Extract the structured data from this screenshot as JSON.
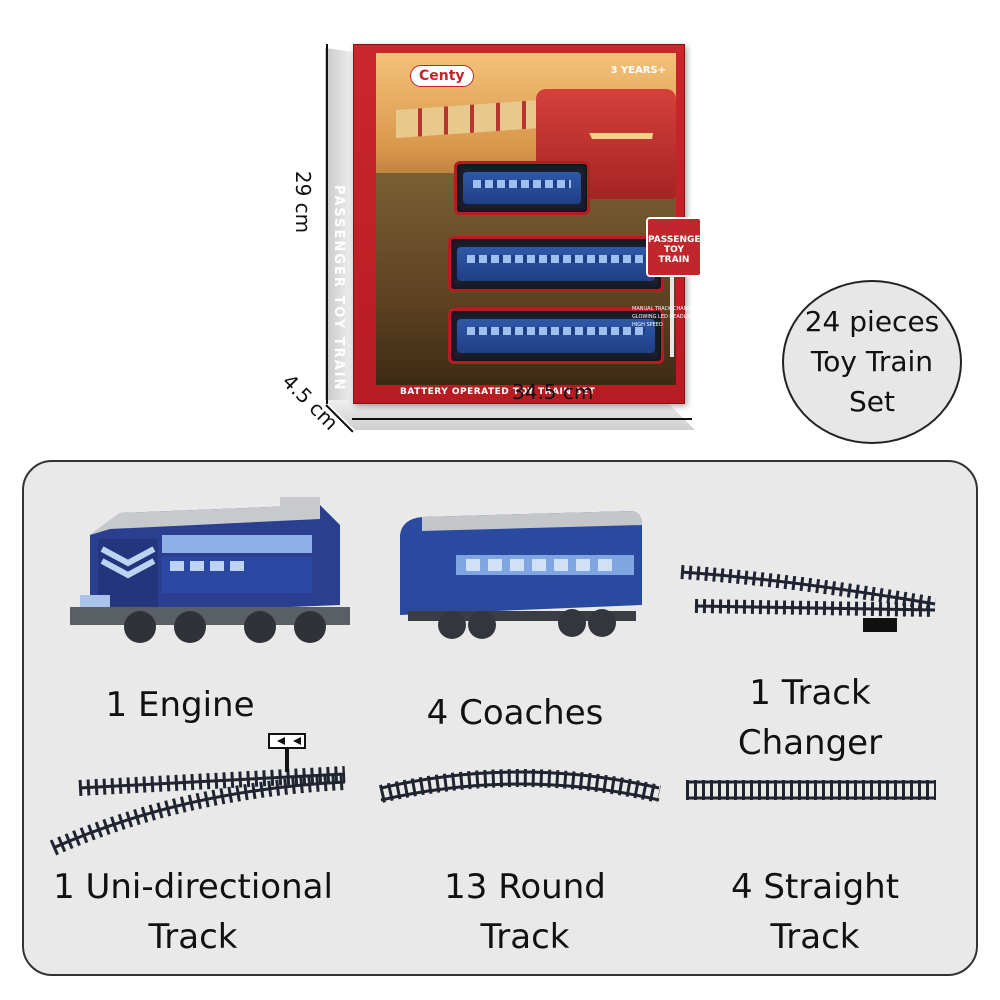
{
  "package": {
    "brand": "Centy",
    "age": "3 YEARS+",
    "spine_text": "PASSENGER TOY TRAIN",
    "sign_text": "PASSENGER TOY TRAIN",
    "bottom_label": "BATTERY OPERATED TOY TRAIN SET",
    "bullets": [
      "MANUAL TRACK CHANGER",
      "GLOWING LED HEADLIGHT",
      "HIGH SPEED"
    ]
  },
  "dimensions": {
    "height": "29 cm",
    "depth": "4.5 cm",
    "width": "34.5 cm"
  },
  "badge": {
    "line1": "24 pieces",
    "line2": "Toy Train",
    "line3": "Set"
  },
  "contents": {
    "engine": "1 Engine",
    "coaches": "4 Coaches",
    "changer_l1": "1 Track",
    "changer_l2": "Changer",
    "uni_l1": "1 Uni-directional",
    "uni_l2": "Track",
    "round_l1": "13 Round",
    "round_l2": "Track",
    "straight_l1": "4 Straight",
    "straight_l2": "Track"
  },
  "colors": {
    "box_red": "#c0262c",
    "train_blue": "#2a4aa0",
    "panel_gray": "#e9e9e9"
  }
}
